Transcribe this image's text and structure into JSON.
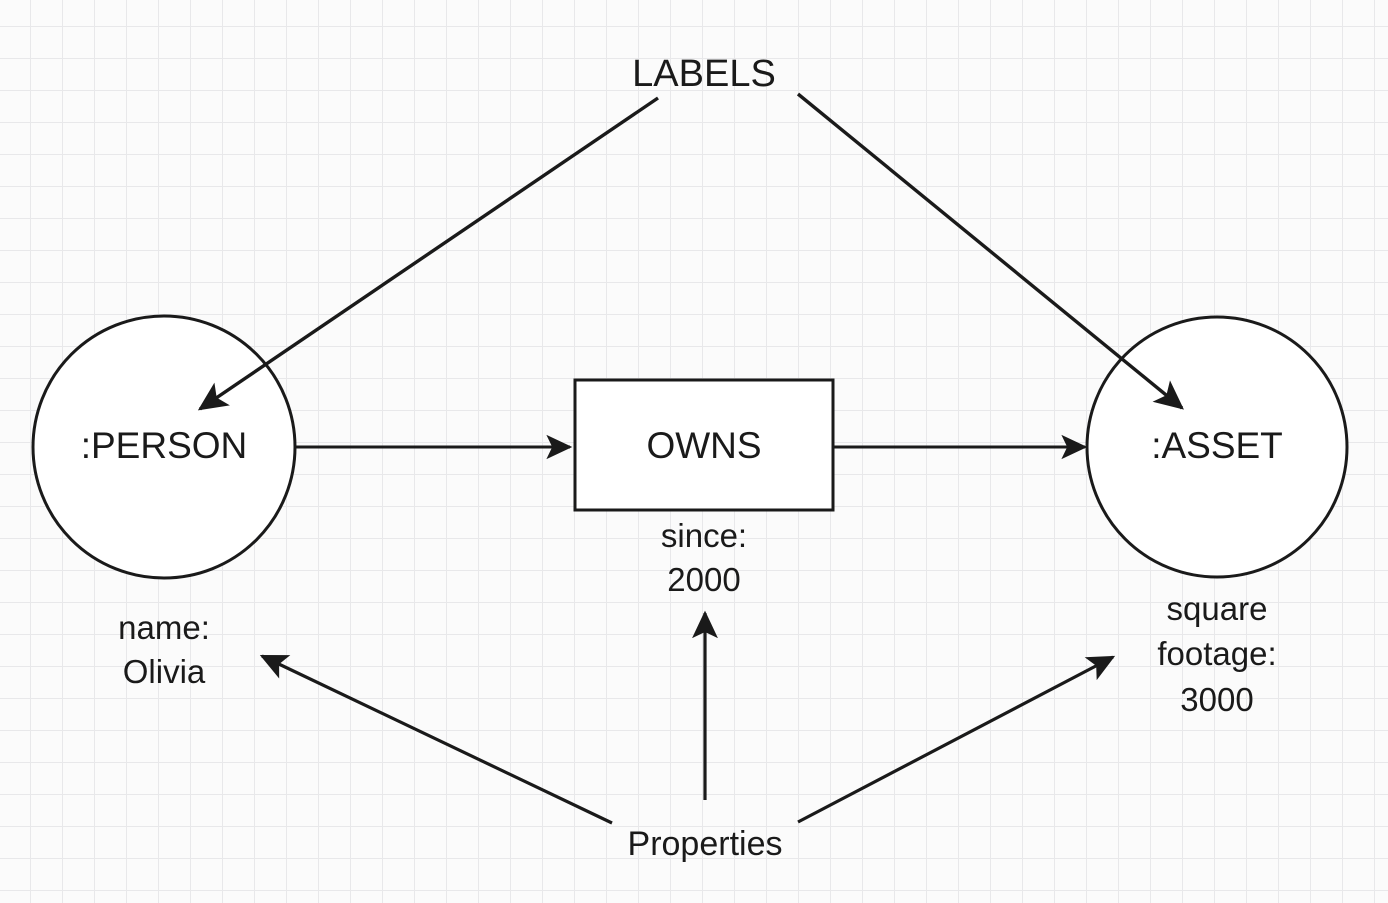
{
  "diagram": {
    "title_annotation": "LABELS",
    "properties_annotation": "Properties",
    "nodes": [
      {
        "id": "person",
        "shape": "circle",
        "label": ":PERSON",
        "property_lines": [
          "name:",
          "Olivia"
        ]
      },
      {
        "id": "asset",
        "shape": "circle",
        "label": ":ASSET",
        "property_lines": [
          "square",
          "footage:",
          "3000"
        ]
      }
    ],
    "relationship": {
      "id": "owns",
      "shape": "rectangle",
      "label": "OWNS",
      "property_lines": [
        "since:",
        "2000"
      ]
    },
    "edges": [
      {
        "from": "person",
        "to": "owns",
        "label": ""
      },
      {
        "from": "owns",
        "to": "asset",
        "label": ""
      }
    ],
    "annotation_pointers": [
      {
        "from": "LABELS",
        "to": ":PERSON"
      },
      {
        "from": "LABELS",
        "to": ":ASSET"
      },
      {
        "from": "Properties",
        "to": "name: Olivia"
      },
      {
        "from": "Properties",
        "to": "since: 2000"
      },
      {
        "from": "Properties",
        "to": "square footage: 3000"
      }
    ],
    "colors": {
      "background": "#fbfbfb",
      "grid_minor": "#e8e8ea",
      "grid_major": "#dcdcdf",
      "stroke": "#1a1a1a",
      "node_fill": "#ffffff",
      "text": "#1a1a1a"
    }
  }
}
